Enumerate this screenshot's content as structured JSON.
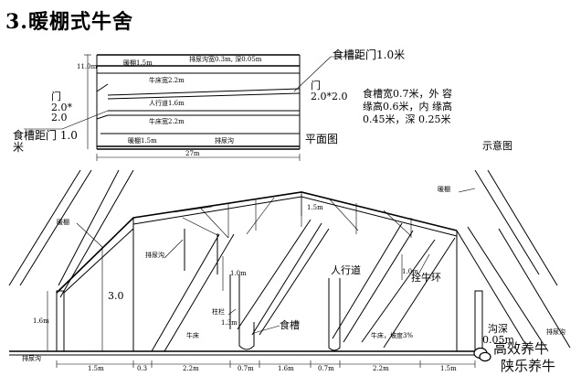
{
  "title": "3.暖棚式牛舍",
  "plan": {
    "width_dim": "11.0m",
    "bottom_dim": "27m",
    "label": "平面图",
    "rows": [
      "暖棚1.5m",
      "排尿沟宽0.3m, 深0.05m",
      "牛床宽2.2m",
      "人行道1.6m",
      "牛床宽2.2m",
      "暖棚1.5m",
      "排尿沟"
    ],
    "door_left": "门 2.0* 2.0",
    "door_right_label": "门",
    "door_right_size": "2.0*2.0",
    "feed_left": "食槽距门 1.0米",
    "feed_right": "食槽距门1.0米",
    "trough_spec": "食槽宽0.7米，外 容缘高0.6米，内 缘高0.45米，深 0.25米"
  },
  "section": {
    "label": "示意图",
    "labels": {
      "nuanpeng_left": "暖棚",
      "nuanpeng_right": "暖棚",
      "roof_height": "1.5m",
      "painiaogou_top": "排尿沟",
      "wall_height": "3.0",
      "height_1_6": "1.6m",
      "height_1_3": "1.3m",
      "height_1_0a": "1.0m",
      "height_1_0b": "1.0m",
      "zhulan": "柱栏",
      "niuchuang_left": "牛床",
      "niuchuang_right": "牛床，坡度3%",
      "shicao": "食槽",
      "renxingdao": "人行道",
      "shuanniuhuan": "拴牛环",
      "gou_shen": "沟深",
      "gou_val": "0.05m",
      "paiyuangou": "排尿沟",
      "painiaogou_bottom": "排尿沟"
    },
    "bottom_dims": [
      "1.5m",
      "0.3",
      "2.2m",
      "0.7m",
      "1.6m",
      "0.7m",
      "2.2m",
      "1.5m"
    ]
  },
  "watermark": {
    "line1": "高效养牛",
    "line2": "陕乐养牛"
  }
}
